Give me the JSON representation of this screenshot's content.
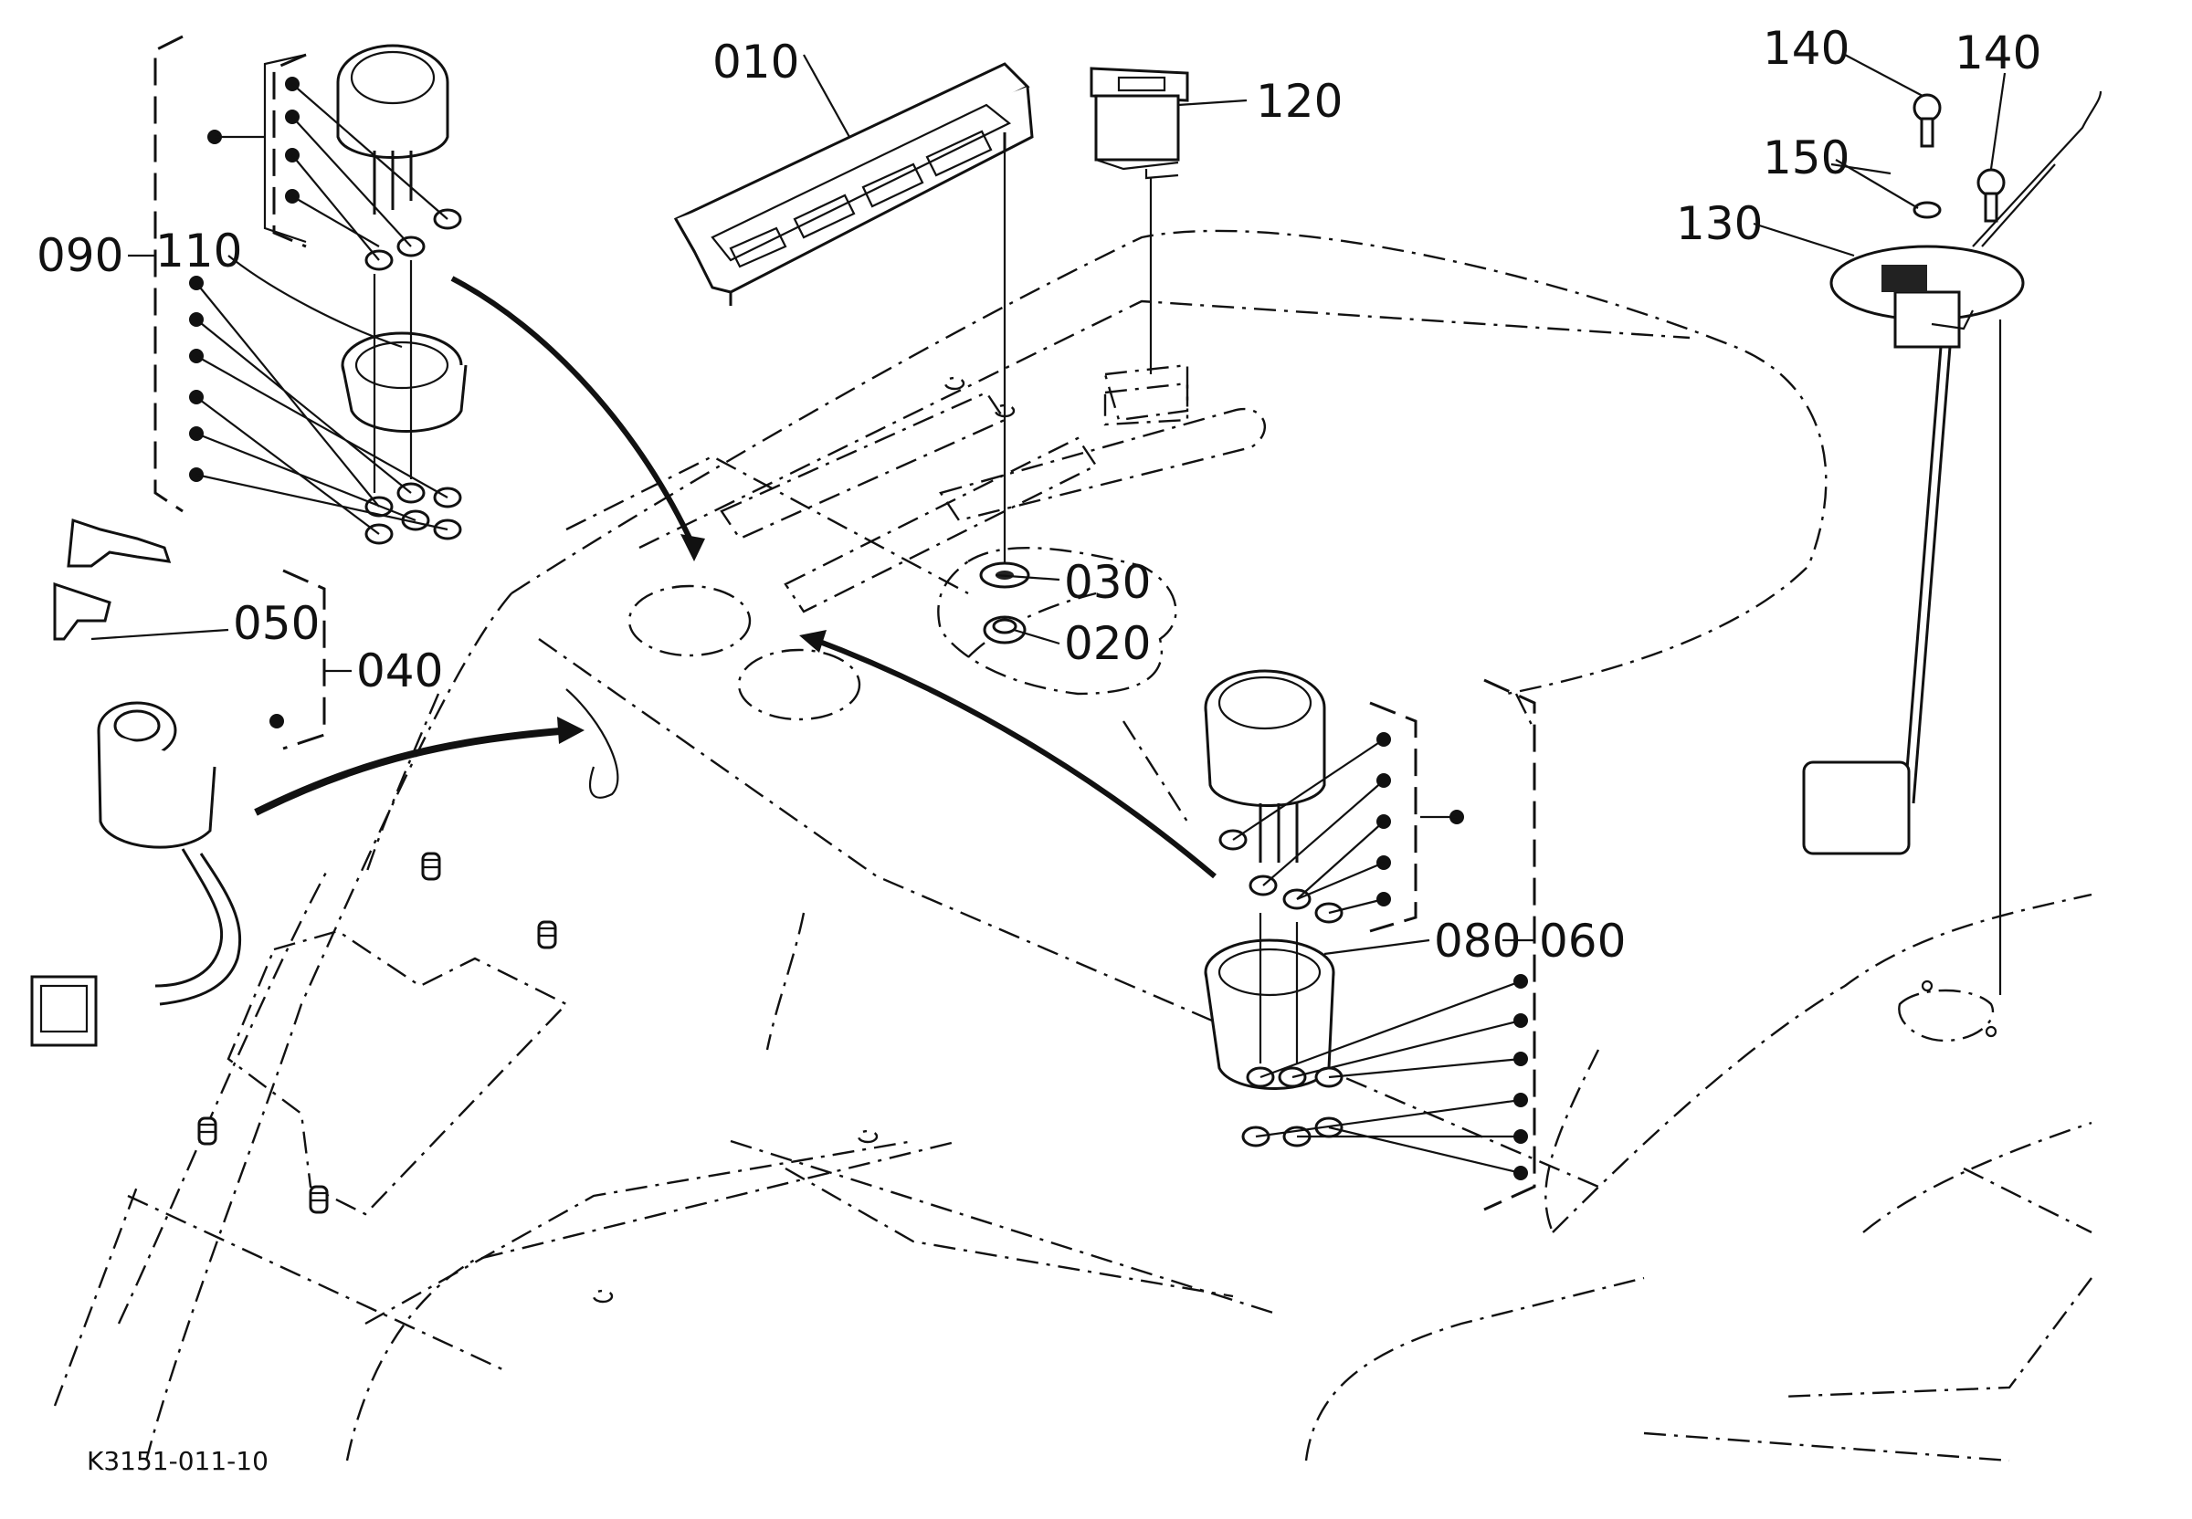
{
  "diagram": {
    "part_labels": {
      "p010": "010",
      "p020": "020",
      "p030": "030",
      "p040": "040",
      "p050": "050",
      "p060": "060",
      "p080": "080",
      "p090": "090",
      "p110": "110",
      "p120": "120",
      "p130": "130",
      "p140a": "140",
      "p140b": "140",
      "p150": "150"
    },
    "figure_code": "K3151-011-10"
  }
}
